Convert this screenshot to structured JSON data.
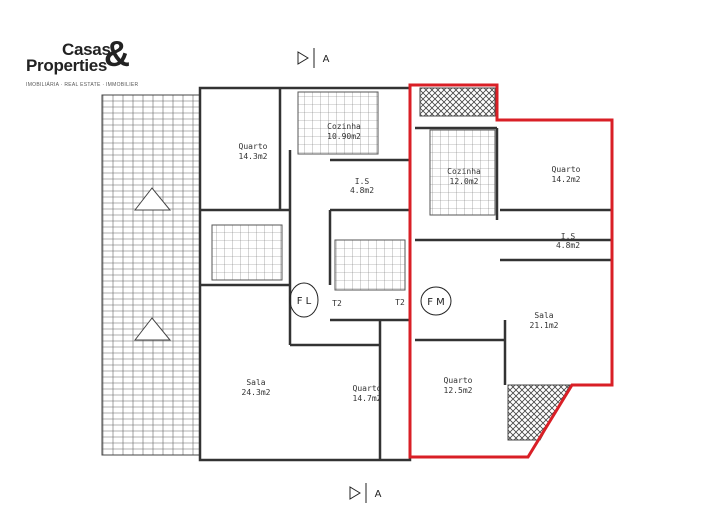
{
  "logo": {
    "line1": "Casas",
    "line2": "Properties",
    "symbol": "&",
    "tagline": "IMOBILIÁRIA · REAL ESTATE · IMMOBILIER"
  },
  "section_markers": {
    "top": "A",
    "bottom": "A"
  },
  "rooms": [
    {
      "name": "Quarto",
      "area": "14.3m2"
    },
    {
      "name": "Cozinha",
      "area": "10.90m2"
    },
    {
      "name": "I.S",
      "area": "4.8m2"
    },
    {
      "name": "Cozinha",
      "area": "12.0m2"
    },
    {
      "name": "Quarto",
      "area": "14.2m2"
    },
    {
      "name": "I.S",
      "area": "4.8m2"
    },
    {
      "name": "Sala",
      "area": "21.1m2"
    },
    {
      "name": "Quarto",
      "area": "12.5m2"
    },
    {
      "name": "Sala",
      "area": "24.3m2"
    },
    {
      "name": "Quarto",
      "area": "14.7m2"
    }
  ],
  "annotations": {
    "left_unit": "F L",
    "right_unit": "F M",
    "left_type": "T2",
    "right_type": "T2"
  },
  "colors": {
    "highlight": "#d91f26",
    "walls": "#333333"
  }
}
